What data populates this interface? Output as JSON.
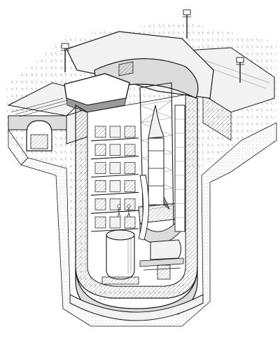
{
  "illustration": {
    "style": "black-and-white cutaway line drawing",
    "ink_color": "#1a1a1a",
    "paper_color": "#ffffff",
    "hatch_color": "#8c8c8c",
    "fill_light": "#f2f2f2",
    "fill_mid": "#dcdcdc",
    "fill_dark": "#9a9a9a",
    "levels_in_silo": 6,
    "antenna_masts": 3,
    "crew_figures": 2
  }
}
